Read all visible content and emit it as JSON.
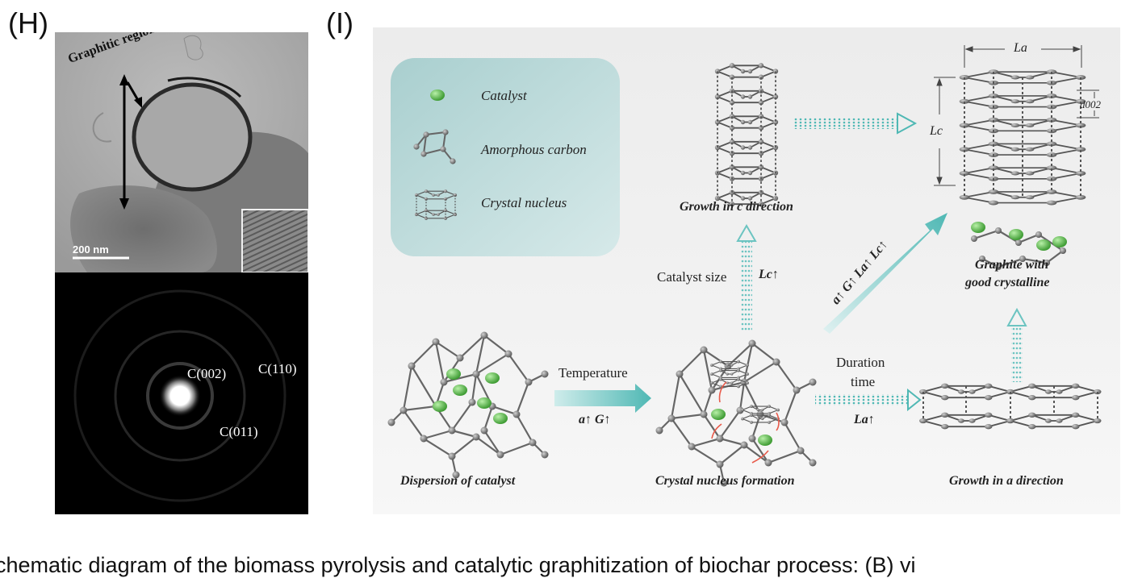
{
  "panel_labels": {
    "h": "(H)",
    "i": "(I)"
  },
  "tem": {
    "graphitic_label": "Graphitic region",
    "scale_bar": "200 nm"
  },
  "saed": {
    "ring_002": "C(002)",
    "ring_110": "C(110)",
    "ring_011": "C(011)"
  },
  "legend": {
    "catalyst": "Catalyst",
    "amorphous": "Amorphous carbon",
    "nucleus": "Crystal nucleus"
  },
  "stages": {
    "dispersion": "Dispersion of catalyst",
    "nucleation": "Crystal nucleus formation",
    "growth_c": "Growth in c direction",
    "growth_a": "Growth in a direction",
    "graphite_line1": "Graphite with",
    "graphite_line2": "good crystalline"
  },
  "arrows": {
    "temperature": "Temperature",
    "temp_effect": "a↑ G↑",
    "catalyst_size": "Catalyst size",
    "lc_up": "Lc↑",
    "duration_line1": "Duration",
    "duration_line2": "time",
    "la_up": "La↑",
    "diag_effect": "a↑ G↑ La↑ Lc↑"
  },
  "dims": {
    "la": "La",
    "lc": "Lc",
    "d002": "d002"
  },
  "caption": "chematic diagram of the biomass pyrolysis and catalytic graphitization of biochar process: (B) vi",
  "colors": {
    "teal": "#4fb8b4",
    "catalyst_green": "#5bbf4f",
    "atom_gray": "#6b6b6b"
  }
}
